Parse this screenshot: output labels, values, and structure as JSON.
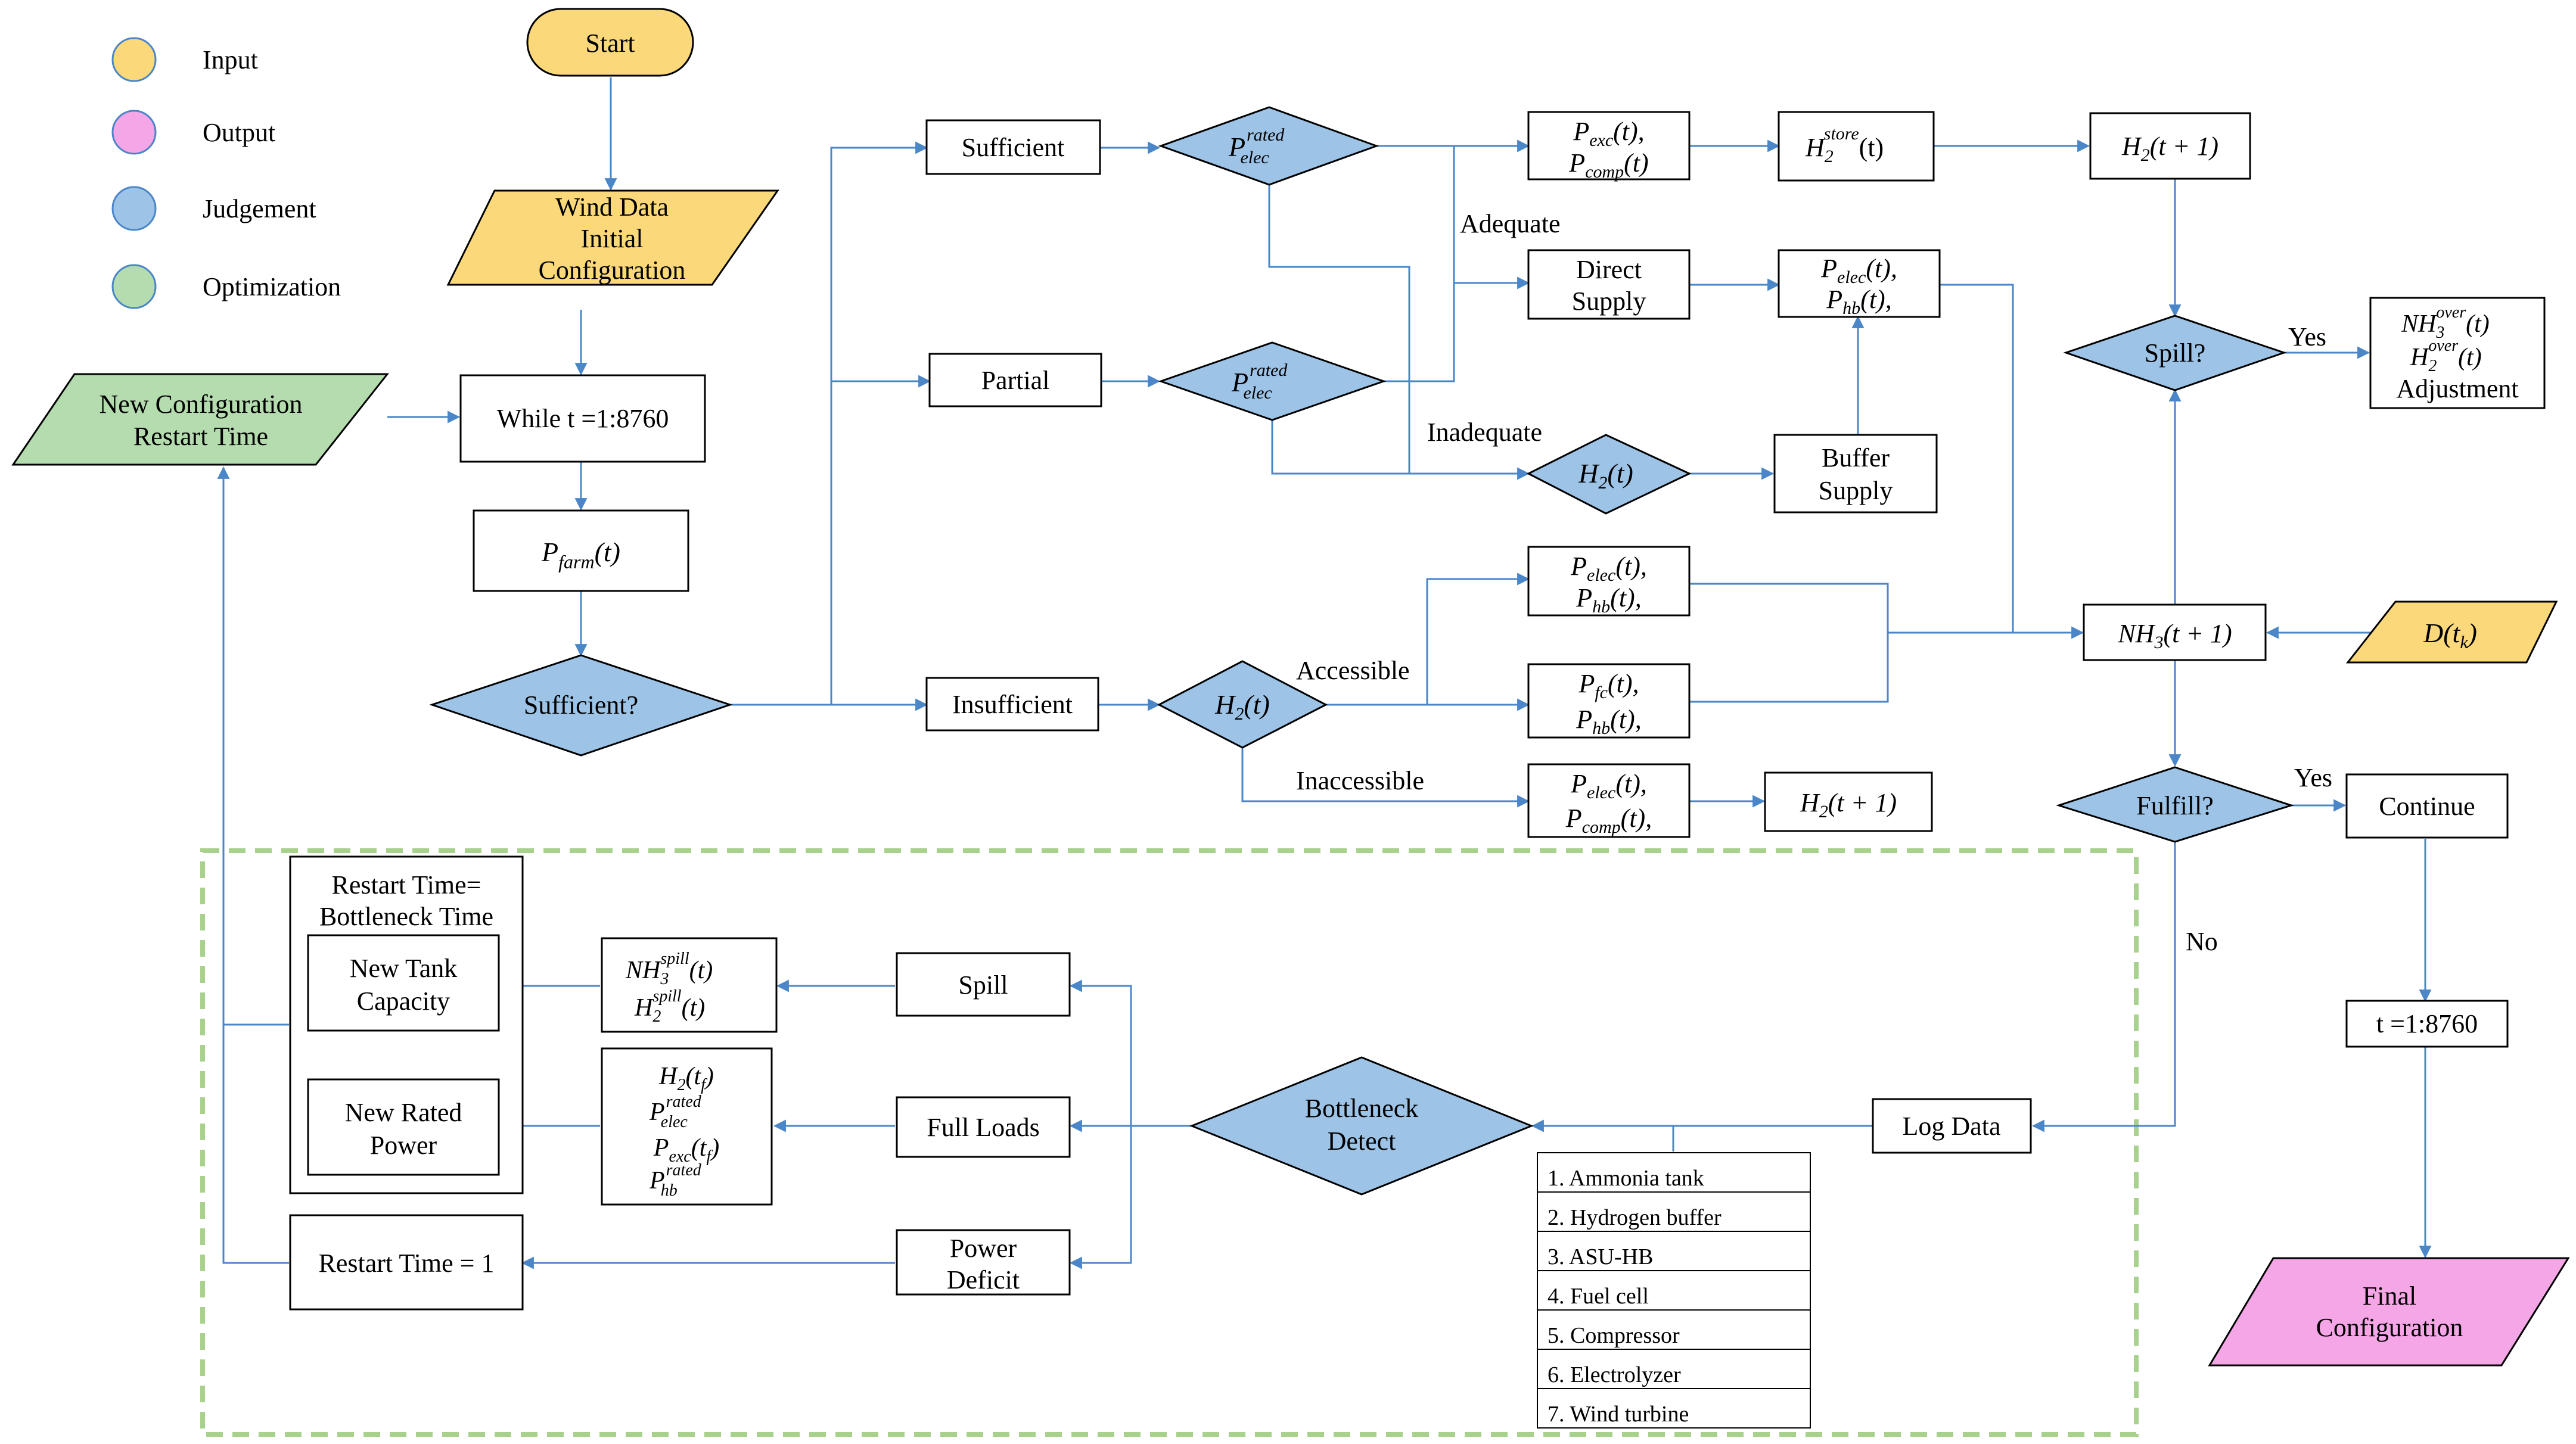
{
  "legend": {
    "input": "Input",
    "output": "Output",
    "judgement": "Judgement",
    "optimization": "Optimization"
  },
  "colors": {
    "input": "#fbd97a",
    "output": "#f4a6e6",
    "judgement": "#9dc3e6",
    "optimization": "#b5dcae",
    "connector": "#4a86c8",
    "bottleneck_region": "#a9d18e"
  },
  "nodes": {
    "start": "Start",
    "wind_data": [
      "Wind Data",
      "Initial",
      "Configuration"
    ],
    "new_config": [
      "New Configuration",
      "Restart Time"
    ],
    "while_loop": "While t =1:8760",
    "p_farm": "Pfarm(t)",
    "sufficient_q": "Sufficient?",
    "sufficient": "Sufficient",
    "partial": "Partial",
    "insufficient": "Insufficient",
    "p_elec_rated_1": "P elec rated",
    "p_elec_rated_2": "P elec rated",
    "h2_dia_top": "H2(t)",
    "h2_dia_bottom": "H2(t)",
    "pexc_pcomp": [
      "Pexc(t),",
      "Pcomp(t)"
    ],
    "h2_store": "H2 store (t)",
    "h2_t1_top": "H2(t + 1)",
    "direct_supply": [
      "Direct",
      "Supply"
    ],
    "pelec_phb_top": [
      "Pelec(t),",
      "Phb(t),"
    ],
    "buffer_supply": [
      "Buffer",
      "Supply"
    ],
    "spill_q": "Spill?",
    "nh3_h2_over": [
      "NH3 over (t)",
      "H2 over (t)",
      "Adjustment"
    ],
    "pelec_phb_mid": [
      "Pelec(t),",
      "Phb(t),"
    ],
    "pfc_phb": [
      "Pfc(t),",
      "Phb(t),"
    ],
    "pelec_pcomp": [
      "Pelec(t),",
      "Pcomp(t),"
    ],
    "h2_t1_bottom": "H2(t + 1)",
    "nh3_t1": "NH3(t + 1)",
    "demand": "D(tk)",
    "fulfill_q": "Fulfill?",
    "continue": "Continue",
    "t_range": "t =1:8760",
    "final_config": [
      "Final",
      "Configuration"
    ],
    "log_data": "Log Data",
    "bottleneck_detect": [
      "Bottleneck",
      "Detect"
    ],
    "spill": "Spill",
    "full_loads": "Full Loads",
    "power_deficit": [
      "Power",
      "Deficit"
    ],
    "spill_values": [
      "NH3 spill (t)",
      "H2 spill (t)"
    ],
    "fullload_values": [
      "H2(tf)",
      "P elec rated",
      "Pexc(tf)",
      "P hb rated"
    ],
    "restart_bottleneck": [
      "Restart Time=",
      "Bottleneck Time"
    ],
    "new_tank": [
      "New Tank",
      "Capacity"
    ],
    "new_rated": [
      "New Rated",
      "Power"
    ],
    "restart_one": "Restart Time = 1"
  },
  "edge_labels": {
    "adequate": "Adequate",
    "inadequate": "Inadequate",
    "accessible": "Accessible",
    "inaccessible": "Inaccessible",
    "yes_spill": "Yes",
    "yes_fulfill": "Yes",
    "no": "No"
  },
  "bottleneck_list": [
    "1. Ammonia tank",
    "2. Hydrogen buffer",
    "3. ASU-HB",
    "4. Fuel cell",
    "5. Compressor",
    "6. Electrolyzer",
    "7. Wind turbine"
  ]
}
